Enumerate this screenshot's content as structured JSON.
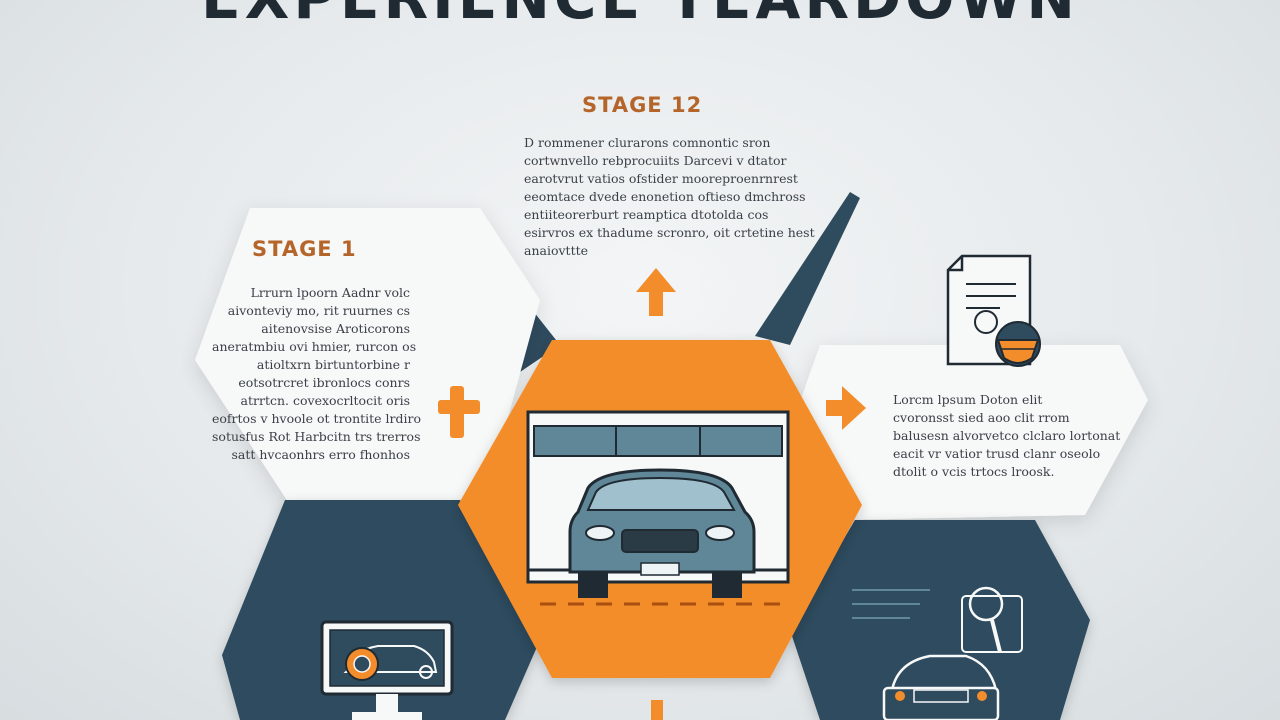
{
  "title": "EXPERIENCE TEARDOWN",
  "stages": {
    "top": {
      "title": "STAGE 12",
      "lines": [
        "D  rommener  clurarons   comnontic  sron",
        "cortwnvello  rebprocuiits  Darcevi v  dtator",
        "earotvrut vatios  ofstider mooreproenrnrest",
        "eeomtace  dvede  enonetion  oftieso  dmchross",
        "entiiteorerburt  reamptica  dtotolda  cos",
        "esirvros  ex  thadume  scronro, oit  crtetine hest",
        "anaiovttte"
      ]
    },
    "left": {
      "title": "STAGE 1",
      "lines": [
        "Lrrurn  lpoorn Aadnr  volc",
        "aivonteviy mo, rit  ruurnes  cs",
        "aitenovsise  Aroticorons",
        "aneratmbiu  ovi  hmier,  rurcon  os",
        "atioltxrn  birtuntorbine r",
        "eotsotrcret  ibronlocs  conrs",
        "atrrtcn.  covexocrltocit  oris",
        "eofrtos v hvoole ot  trontite  lrdiro",
        "sotusfus  Rot  Harbcitn  trs  trerros",
        "satt hvcaonhrs  erro  fhonhos"
      ]
    },
    "right": {
      "lines": [
        "Lorcm  lpsum  Doton  elit",
        "cvoronsst  sied  aoo  clit  rrom",
        "balusesn  alvorvetco  clclaro  lortonat",
        "eacit vr  vatior  trusd  clanr  oseolo",
        "dtolit o vcis  trtocs  lroosk."
      ]
    }
  },
  "icons": [
    "car-garage-icon",
    "document-icon",
    "car-diagnostic-screen-icon",
    "car-inspection-icon",
    "arrow-up-icon",
    "arrow-right-icon",
    "plus-icon",
    "arrow-down-icon"
  ],
  "colors": {
    "orange": "#f38d2c",
    "orange_text": "#b5652a",
    "navy": "#2f4b5e",
    "panel": "#f7f8f8",
    "background": "#e6eaec"
  }
}
